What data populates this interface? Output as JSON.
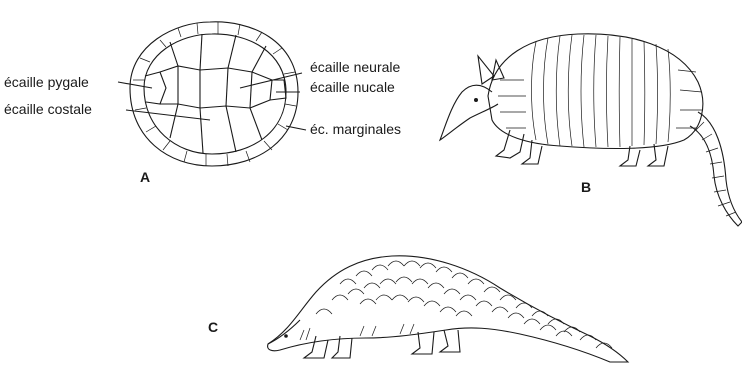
{
  "labels": {
    "pygal": "écaille pygale",
    "costal": "écaille costale",
    "neural": "écaille neurale",
    "nucal": "écaille nucale",
    "marginal": "éc. marginales"
  },
  "panels": {
    "a": "A",
    "b": "B",
    "c": "C"
  }
}
